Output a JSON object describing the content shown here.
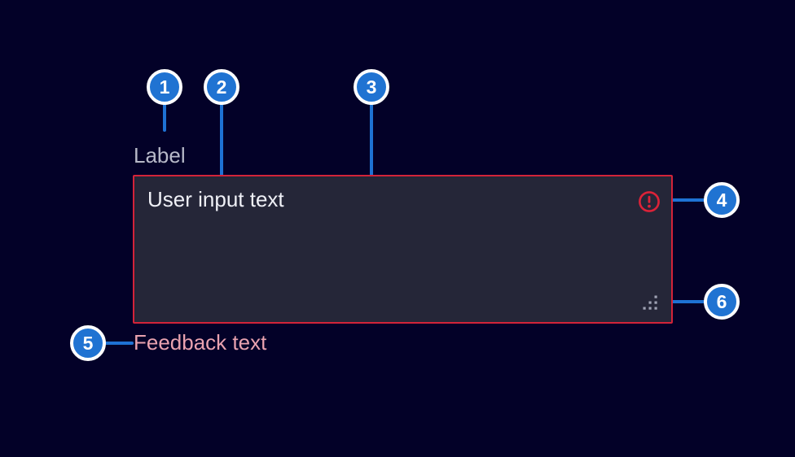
{
  "component": {
    "label": "Label",
    "value": "User input text",
    "feedback_text": "Feedback text"
  },
  "annotations": [
    {
      "number": "1",
      "points_to": "label"
    },
    {
      "number": "2",
      "points_to": "input-container"
    },
    {
      "number": "3",
      "points_to": "user-input-text"
    },
    {
      "number": "4",
      "points_to": "alarm-icon"
    },
    {
      "number": "5",
      "points_to": "feedback-text"
    },
    {
      "number": "6",
      "points_to": "resize-grip"
    }
  ],
  "colors": {
    "background": "#030128",
    "field_background": "#252638",
    "alarm_red": "#d32339",
    "feedback_pink": "#e9a2af",
    "label_gray": "#b7b9c8",
    "value_white": "#eff0f6",
    "annotation_blue": "#1e72d4",
    "badge_fill_blue": "#2073d2",
    "badge_ring_white": "#ffffff",
    "grip_gray": "#9ea1b3"
  }
}
